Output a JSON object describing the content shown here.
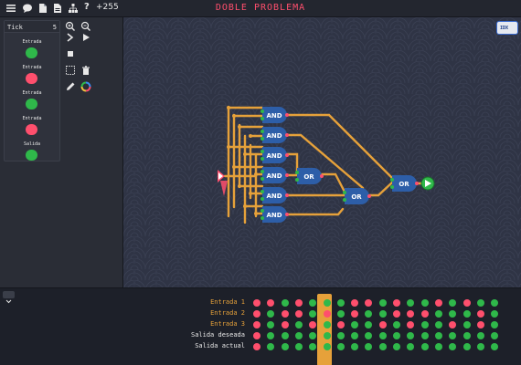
{
  "app": {
    "title": "DOBLE PROBLEMA",
    "counter": "+255"
  },
  "toolbar": {
    "icons": [
      "menu-icon",
      "chat-icon",
      "document-icon",
      "file-icon",
      "hierarchy-icon",
      "help-icon"
    ],
    "help_label": "?"
  },
  "ticks": {
    "label": "Tick",
    "value": "5"
  },
  "io_list": [
    {
      "label": "Entrada",
      "state": "on"
    },
    {
      "label": "Entrada",
      "state": "off"
    },
    {
      "label": "Entrada",
      "state": "on"
    },
    {
      "label": "Entrada",
      "state": "off"
    },
    {
      "label": "Salida",
      "state": "on"
    }
  ],
  "tools": [
    "zoom-in-icon",
    "zoom-out-icon",
    "step-icon",
    "play-icon",
    "stop-icon",
    "select-icon",
    "trash-icon",
    "pencil-icon",
    "color-icon"
  ],
  "gates": [
    {
      "label": "AND"
    },
    {
      "label": "AND"
    },
    {
      "label": "AND"
    },
    {
      "label": "AND"
    },
    {
      "label": "AND"
    },
    {
      "label": "AND"
    },
    {
      "label": "OR"
    },
    {
      "label": "OR"
    },
    {
      "label": "OR"
    }
  ],
  "zoom_chip": "IDX",
  "colors": {
    "on": "#2fb84a",
    "off": "#ff4f6d",
    "wire": "#e6a13a",
    "gate": "#2d5ea8",
    "title": "#ff4f6d",
    "label_input": "#e6a13a",
    "label_output": "#e8e8e8"
  },
  "truth_table": {
    "rows": [
      {
        "label": "Entrada 1",
        "kind": "input",
        "values": [
          0,
          0,
          1,
          0,
          1,
          1,
          1,
          0,
          0,
          1,
          0,
          1,
          1,
          0,
          1,
          0,
          1,
          1
        ]
      },
      {
        "label": "Entrada 2",
        "kind": "input",
        "values": [
          0,
          1,
          0,
          0,
          1,
          0,
          1,
          0,
          1,
          1,
          0,
          0,
          0,
          1,
          1,
          1,
          0,
          1
        ]
      },
      {
        "label": "Entrada 3",
        "kind": "input",
        "values": [
          0,
          1,
          0,
          1,
          0,
          1,
          0,
          1,
          1,
          0,
          1,
          0,
          1,
          1,
          0,
          1,
          0,
          1
        ]
      },
      {
        "label": "Salida deseada",
        "kind": "output",
        "values": [
          0,
          1,
          1,
          1,
          1,
          1,
          1,
          1,
          1,
          1,
          1,
          1,
          1,
          1,
          1,
          1,
          1,
          1
        ]
      },
      {
        "label": "Salida actual",
        "kind": "output",
        "values": [
          0,
          1,
          1,
          1,
          1,
          1,
          1,
          1,
          1,
          1,
          1,
          1,
          1,
          1,
          1,
          1,
          1,
          1
        ]
      }
    ],
    "highlight_column": 5
  }
}
